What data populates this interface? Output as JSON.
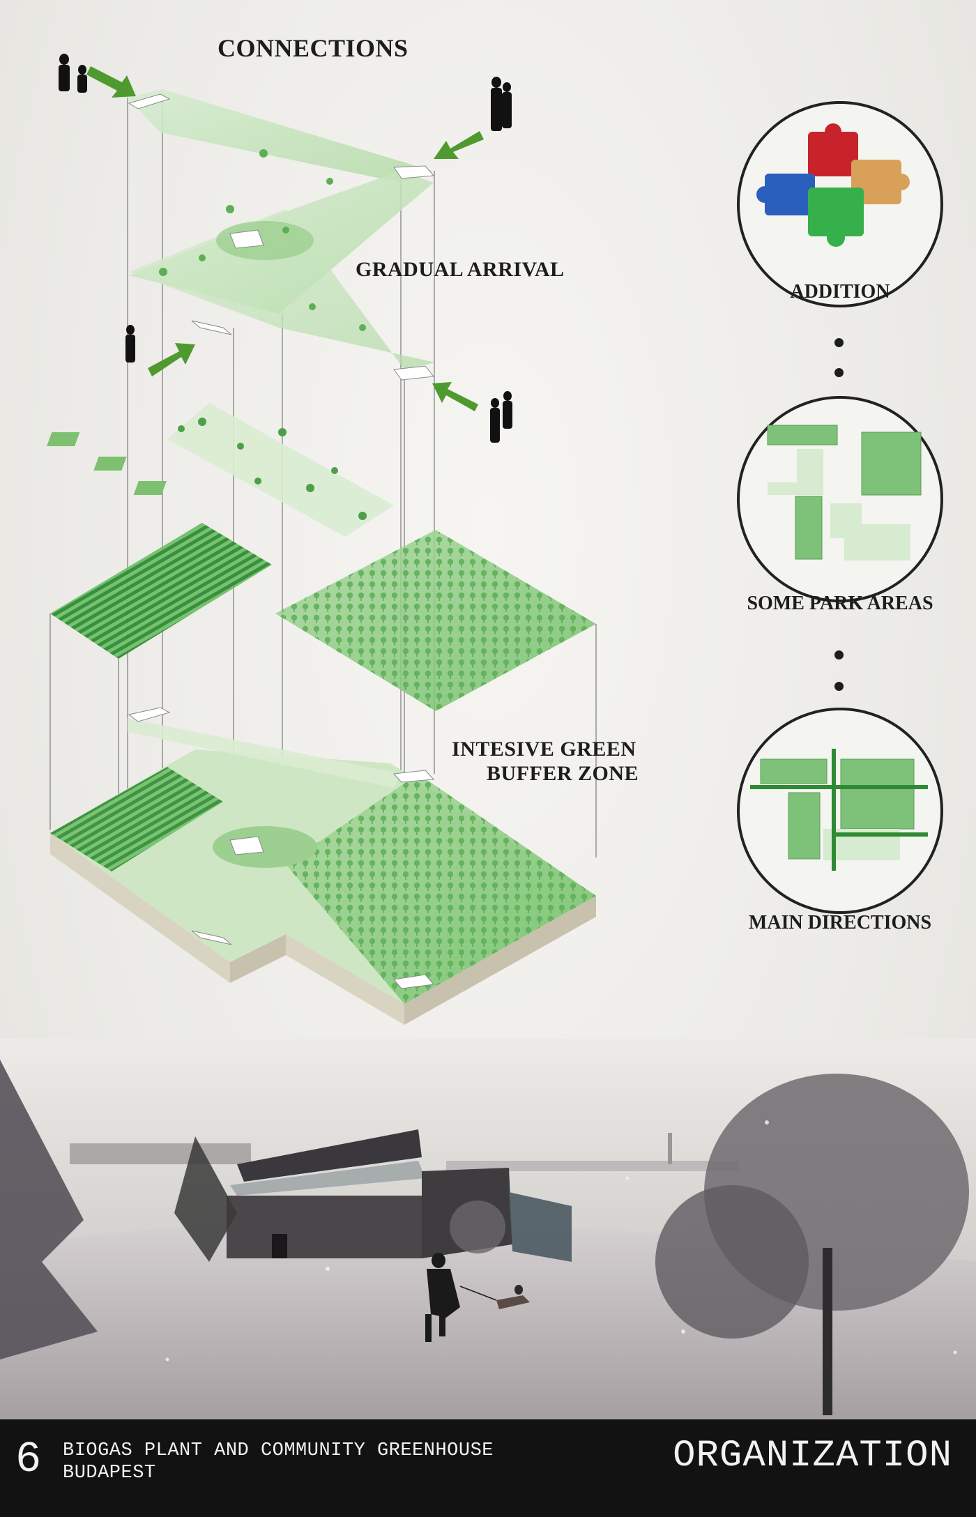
{
  "diagram": {
    "title_connections": "CONNECTIONS",
    "title_gradual_arrival": "GRADUAL ARRIVAL",
    "title_buffer_line1": "INTESIVE GREEN",
    "title_buffer_line2": "BUFFER ZONE"
  },
  "strategy": {
    "items": [
      {
        "label": "ADDITION",
        "icon": "puzzle-icon"
      },
      {
        "label": "SOME PARK AREAS",
        "icon": "park-areas-icon"
      },
      {
        "label": "MAIN DIRECTIONS",
        "icon": "main-directions-icon"
      }
    ]
  },
  "footer": {
    "number": "6",
    "project_line1": "BIOGAS PLANT AND COMMUNITY GREENHOUSE",
    "project_line2": "BUDAPEST",
    "section_title": "ORGANIZATION"
  },
  "colors": {
    "green_light": "#cfe6c4",
    "green_mid": "#8fc885",
    "green_dark": "#3e8e3e",
    "arrow": "#4f9a2f",
    "footer_bg": "#121212"
  }
}
